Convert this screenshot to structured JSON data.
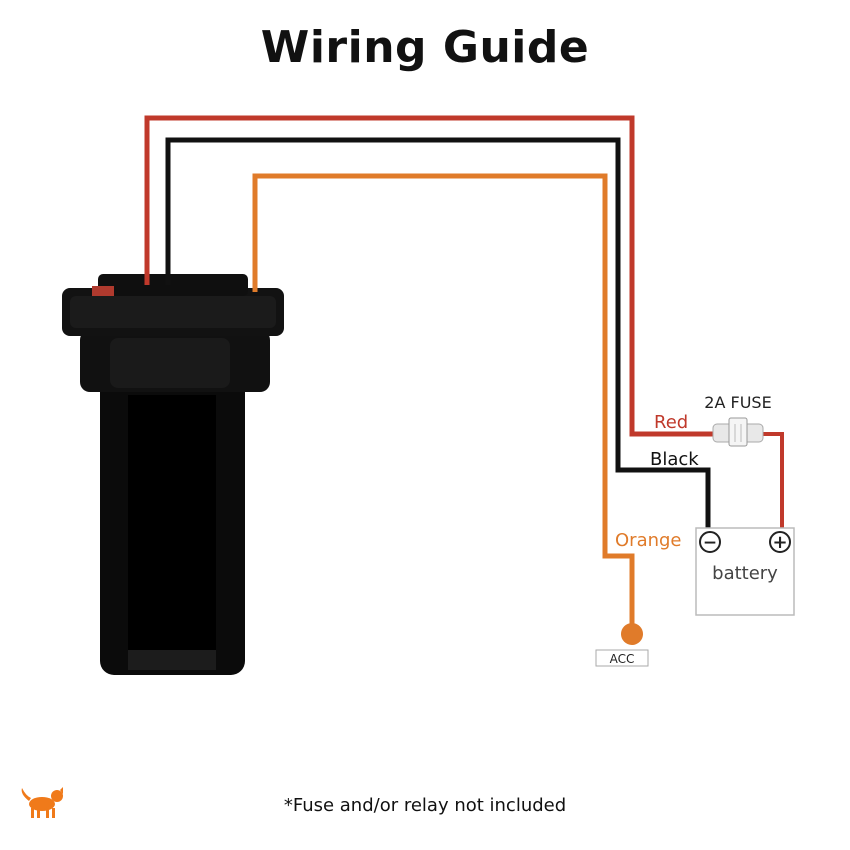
{
  "title": "Wiring Guide",
  "labels": {
    "fuse": "2A  FUSE",
    "red": "Red",
    "black": "Black",
    "orange": "Orange",
    "battery": "battery",
    "minus": "−",
    "plus": "+",
    "acc": "ACC"
  },
  "footnote": "*Fuse and/or relay not included",
  "colors": {
    "red": "#c0392b",
    "black": "#111111",
    "orange": "#e07b2a",
    "device": "#0b0b0b",
    "logo": "#f07a1a"
  },
  "icons": {
    "logo": "dog-icon",
    "fuse": "fuse-icon",
    "device": "gps-tracker-device"
  }
}
